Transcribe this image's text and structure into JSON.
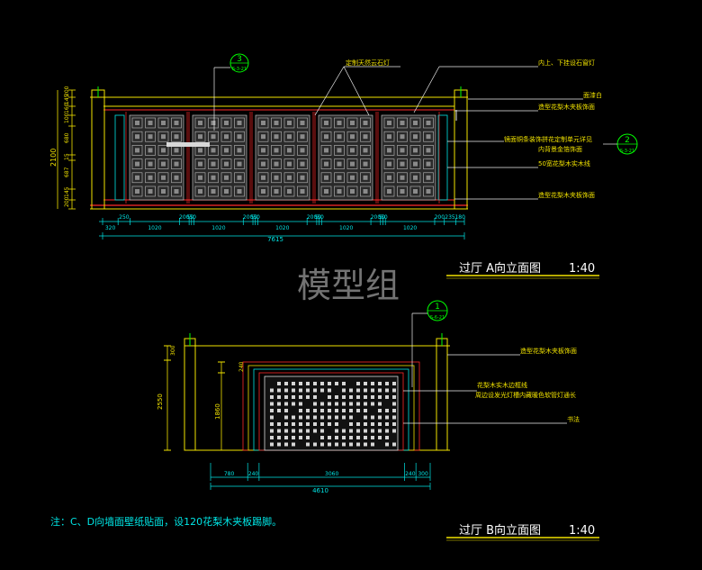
{
  "watermark": "模型组",
  "elevation_a": {
    "title": "过厅  A向立面图",
    "scale": "1:40",
    "callout_top": {
      "num": "3",
      "ref": "S-3-21"
    },
    "callout_right": {
      "num": "2",
      "ref": "S-3-21"
    },
    "labels": [
      "定制天然云石灯",
      "内上、下挂设石窗灯",
      "面漆白",
      "造型花梨木夹板饰面",
      "镜面铜条装饰拼花定制单元详见",
      "内背景金箔饰面",
      "50宽花梨木实木线",
      "造型花梨木夹板饰面"
    ],
    "left_dims": [
      "200",
      "145",
      "160",
      "100",
      "680",
      "15",
      "687",
      "145",
      "200"
    ],
    "height_total": "2100",
    "bottom_dims": [
      "320",
      "250",
      "1020",
      "200",
      "50",
      "50",
      "1020",
      "200",
      "50",
      "50",
      "1020",
      "200",
      "50",
      "50",
      "1020",
      "200",
      "50",
      "50",
      "1020",
      "200",
      "235",
      "180"
    ],
    "total_width": "7615"
  },
  "elevation_b": {
    "title": "过厅  B向立面图",
    "scale": "1:40",
    "callout": {
      "num": "1",
      "ref": "S-6-21"
    },
    "labels": [
      "造型花梨木夹板饰面",
      "花梨木实木边框线",
      "周边设发光灯槽内藏暖色软管灯通长",
      "书法"
    ],
    "left_dims": [
      "300",
      "2550"
    ],
    "inner_dim": "1860",
    "inner_top_dim": "240",
    "bottom_dims": [
      "780",
      "240",
      "3060",
      "240",
      "300"
    ],
    "total_width": "4610"
  },
  "note": "注：C、D向墙面壁纸贴面，设120花梨木夹板踢脚。",
  "colors": {
    "bg": "#000000",
    "dim": "#00e5e5",
    "yellow": "#f2e300",
    "red": "#ff2020",
    "green": "#00ff00",
    "frame": "#b33333"
  }
}
